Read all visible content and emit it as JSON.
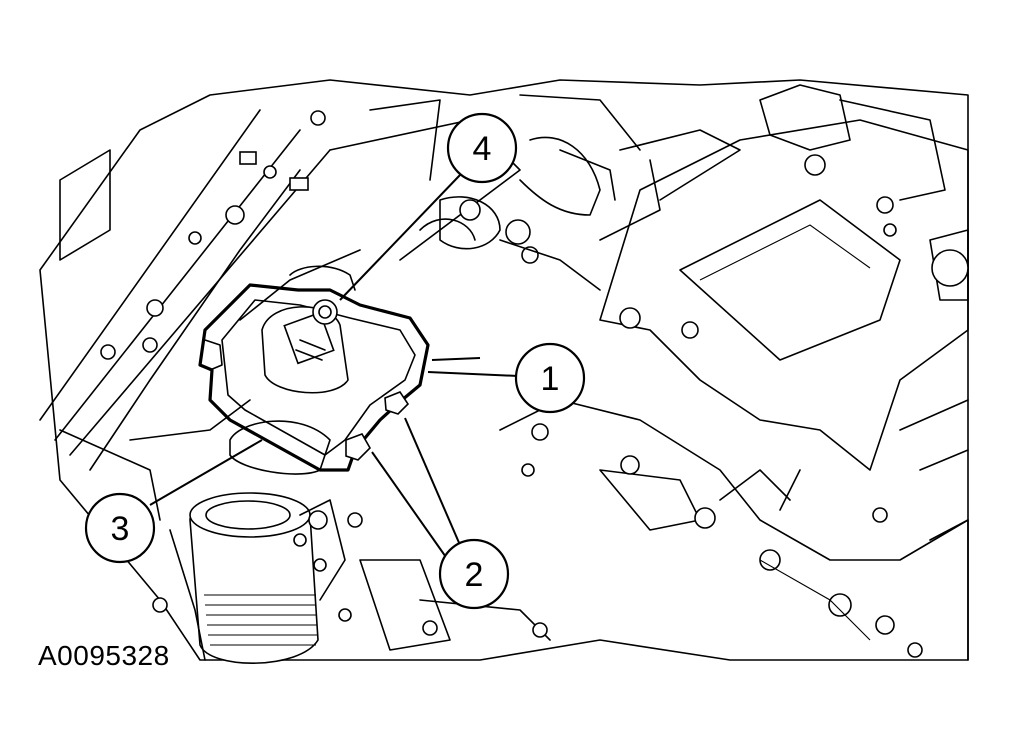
{
  "figure": {
    "id_label": "A0095328"
  },
  "callouts": [
    {
      "number": "1"
    },
    {
      "number": "2"
    },
    {
      "number": "3"
    },
    {
      "number": "4"
    }
  ],
  "colors": {
    "line": "#000000",
    "background": "#ffffff"
  }
}
